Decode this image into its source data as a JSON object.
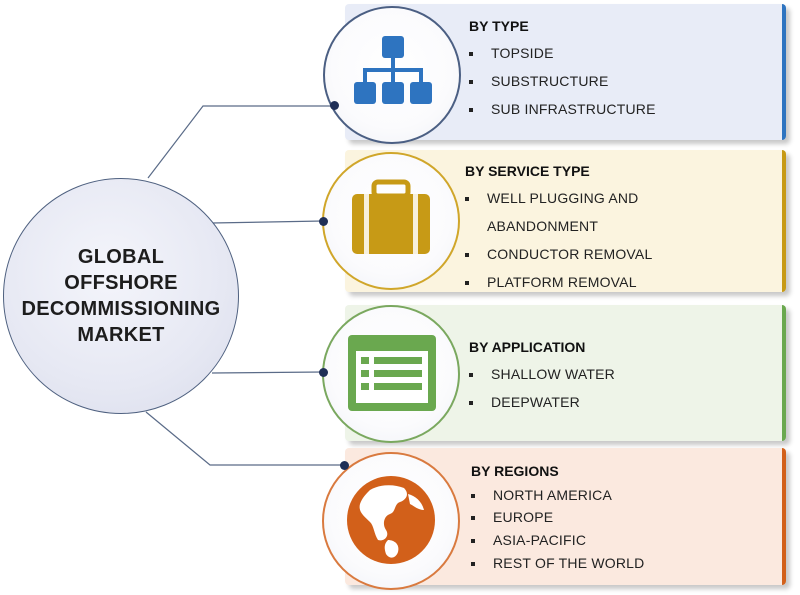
{
  "hub": {
    "title": "GLOBAL\nOFFSHORE\nDECOMMISSIONING\nMARKET"
  },
  "segments": [
    {
      "title": "BY TYPE",
      "icon": "org-chart-icon",
      "accent": "#2e74c0",
      "panel_bg": "#e8ecf7",
      "circle_border": "#4b5f83",
      "items": [
        "TOPSIDE",
        "SUBSTRUCTURE",
        "SUB INFRASTRUCTURE"
      ]
    },
    {
      "title": "BY SERVICE TYPE",
      "icon": "suitcase-icon",
      "accent": "#c79a16",
      "panel_bg": "#fbf4df",
      "circle_border": "#d0a62a",
      "items": [
        "WELL PLUGGING AND",
        "ABANDONMENT",
        "CONDUCTOR REMOVAL",
        "PLATFORM REMOVAL"
      ]
    },
    {
      "title": "BY APPLICATION",
      "icon": "list-window-icon",
      "accent": "#6aa84f",
      "panel_bg": "#eef4e8",
      "circle_border": "#7aa85f",
      "items": [
        "SHALLOW WATER",
        "DEEPWATER"
      ]
    },
    {
      "title": "BY REGIONS",
      "icon": "globe-icon",
      "accent": "#d2601a",
      "panel_bg": "#fbe9df",
      "circle_border": "#d97a3f",
      "items": [
        "NORTH AMERICA",
        "EUROPE",
        "ASIA-PACIFIC",
        "REST OF THE WORLD"
      ]
    }
  ]
}
